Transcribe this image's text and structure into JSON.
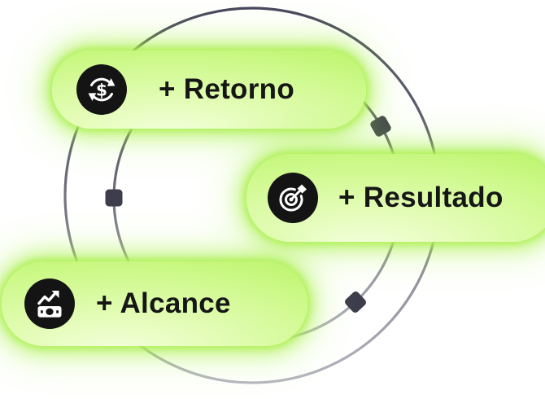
{
  "diagram": {
    "items": [
      {
        "label": "+ Retorno",
        "icon": "currency-cycle-icon"
      },
      {
        "label": "+ Resultado",
        "icon": "target-goal-icon"
      },
      {
        "label": "+ Alcance",
        "icon": "money-growth-icon"
      }
    ],
    "colors": {
      "pill_green_edge": "#b0f054",
      "pill_green_mid": "#d9fa9e",
      "pill_green_light": "#f2ffda",
      "glow_green": "#a7ef3c",
      "orbit_dark": "#45455c",
      "orbit_light": "#b6b6c0",
      "node_fill": "#3d3d4c",
      "icon_background": "#141414",
      "icon_foreground": "#ffffff",
      "text": "#161616",
      "background": "#ffffff"
    }
  }
}
